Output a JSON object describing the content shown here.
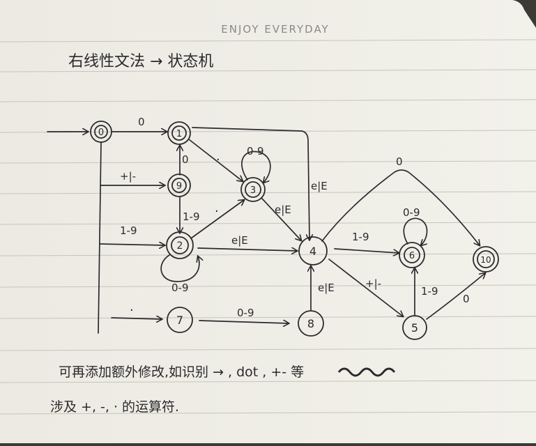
{
  "notebook": {
    "header": "ENJOY  EVERYDAY",
    "title": "右线性文法 → 状态机",
    "note_line1": "可再添加额外修改,如识别 → , dot , +- 等",
    "note_line2": "涉及 +, -, · 的运算符."
  },
  "states": [
    {
      "id": "s0",
      "label": "0",
      "accepting": false
    },
    {
      "id": "s1",
      "label": "1",
      "accepting": true
    },
    {
      "id": "s9",
      "label": "9",
      "accepting": false
    },
    {
      "id": "s3",
      "label": "3",
      "accepting": true
    },
    {
      "id": "s2",
      "label": "2",
      "accepting": true
    },
    {
      "id": "s4",
      "label": "4",
      "accepting": false
    },
    {
      "id": "s6",
      "label": "6",
      "accepting": true
    },
    {
      "id": "s10",
      "label": "10",
      "accepting": true
    },
    {
      "id": "s7",
      "label": "7",
      "accepting": false
    },
    {
      "id": "s8",
      "label": "8",
      "accepting": false
    },
    {
      "id": "s5",
      "label": "5",
      "accepting": false
    }
  ],
  "edge_labels": {
    "s0_s1": "0",
    "s9_s1": "0",
    "s0_s9": "+|-",
    "s1_s3": ".",
    "s3_loop": "0-9",
    "s9_s2": "1-9",
    "s2_s3": ".",
    "s1_s4": "e|E",
    "s3_s4": "e|E",
    "s0_s2": "1-9",
    "s2_s4": "e|E",
    "s2_loop": "0-9",
    "s4_s10": "0",
    "s6_loop": "0-9",
    "s4_s6": "1-9",
    "s4_s5": "+|-",
    "s5_s6": "1-9",
    "s5_s10": "0",
    "s8_s4": "e|E",
    "s0_s7": ".",
    "s7_s8": "0-9"
  }
}
